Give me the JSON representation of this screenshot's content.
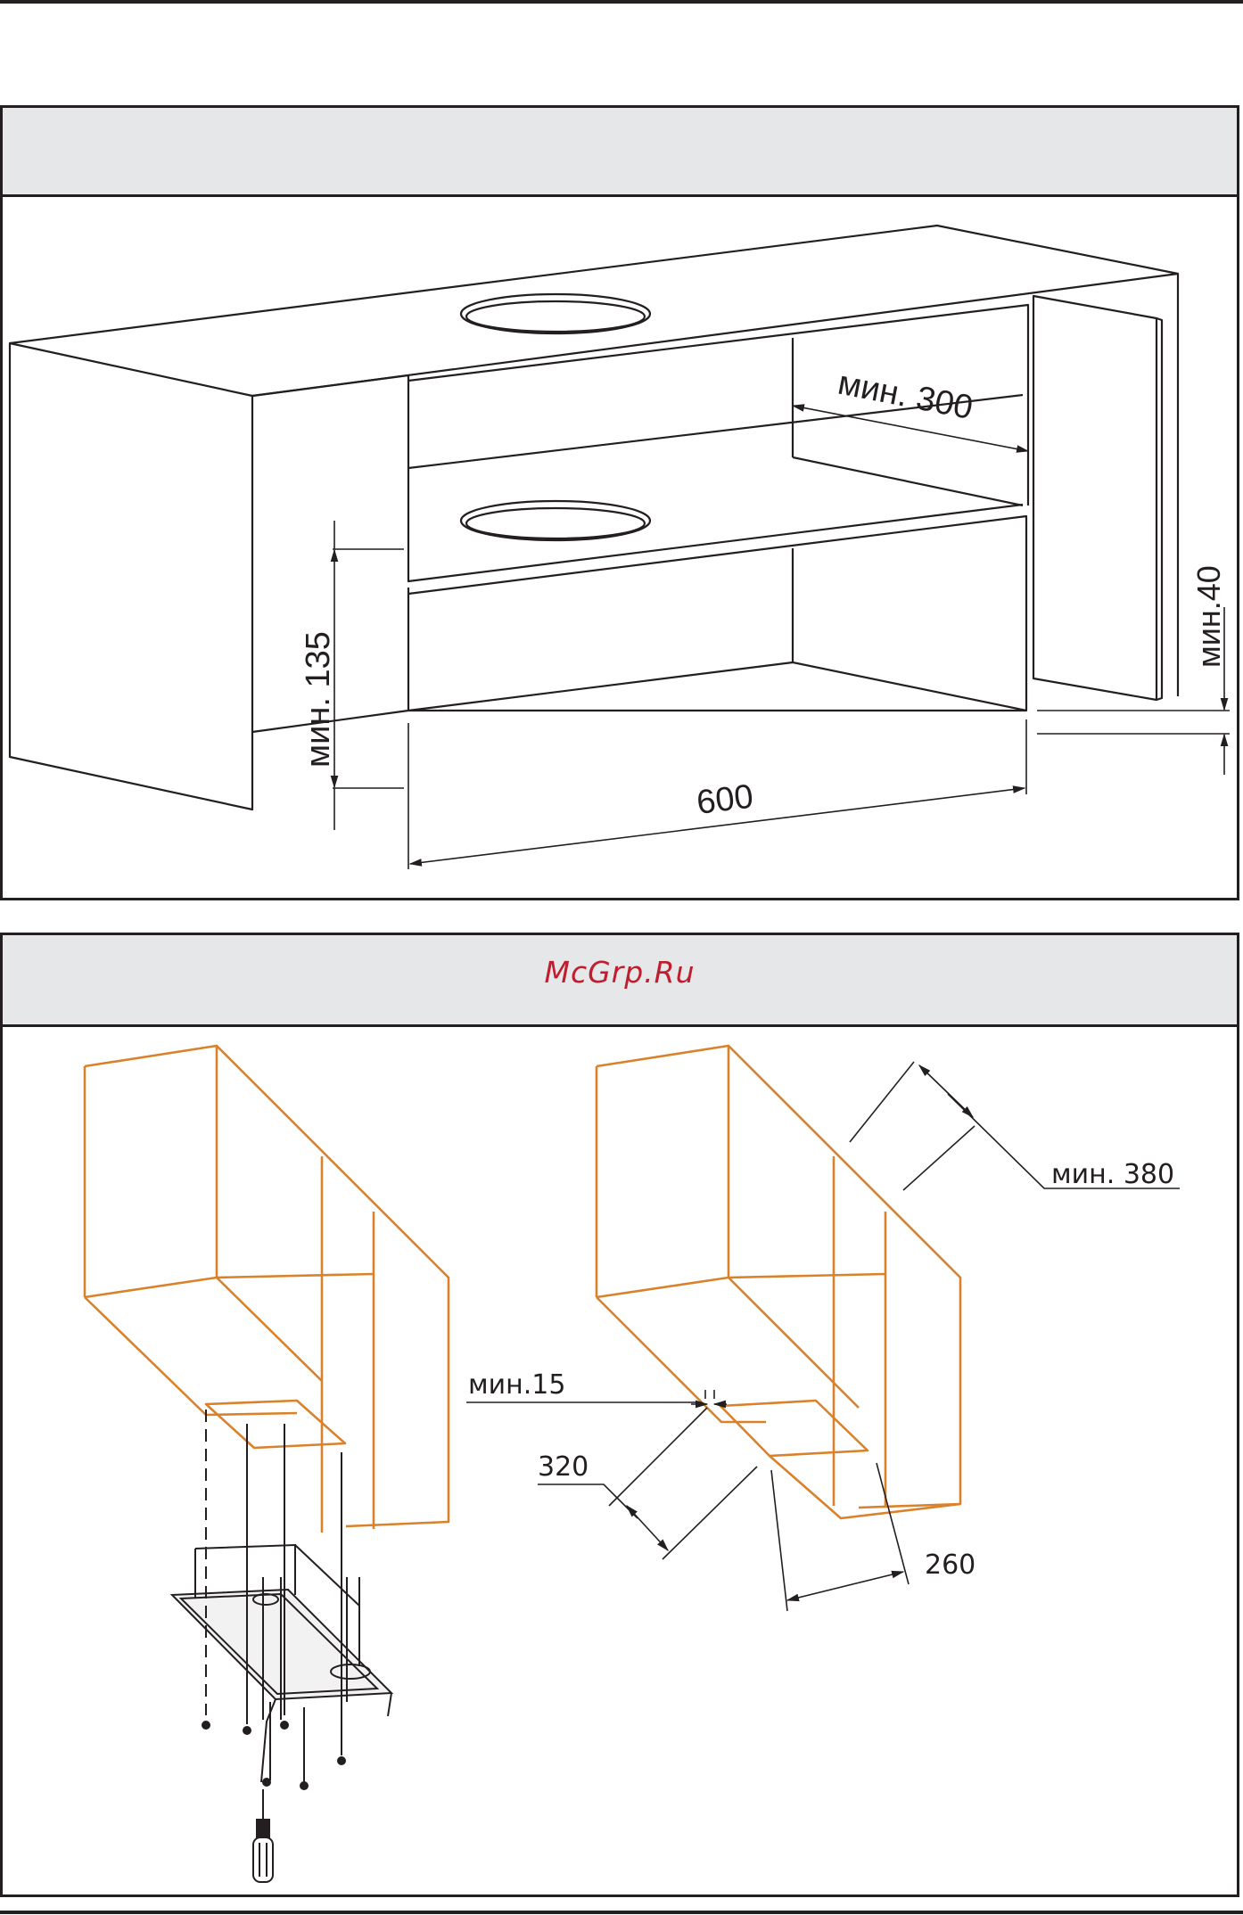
{
  "watermark": "McGrp.Ru",
  "figure1": {
    "labels": {
      "min300": "мин. 300",
      "min135": "мин. 135",
      "min40": "мин.40",
      "width600": "600"
    }
  },
  "figure2": {
    "labels": {
      "min380": "мин. 380",
      "min15": "мин.15",
      "d320": "320",
      "d260": "260"
    }
  },
  "colors": {
    "line": "#231f20",
    "cabinet_outline": "#d9822b",
    "header_fill": "#e6e7e8",
    "watermark": "#be1e2d"
  }
}
